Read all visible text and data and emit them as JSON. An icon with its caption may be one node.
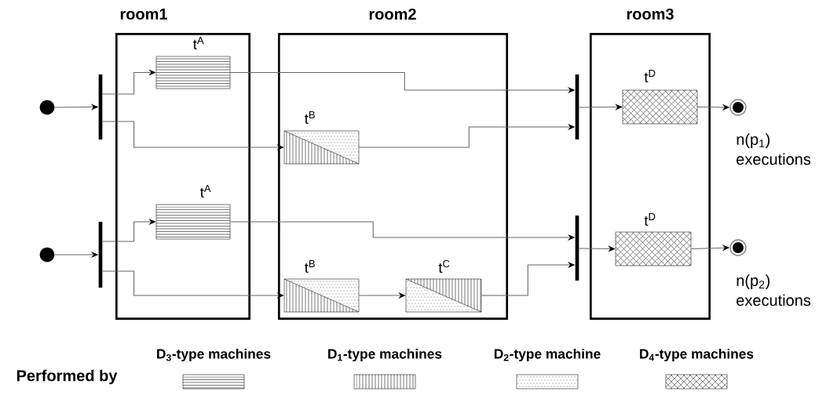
{
  "diagram": {
    "nodes": [
      {
        "text": [
          "room1"
        ]
      },
      {
        "text": [
          "room2"
        ]
      },
      {
        "text": [
          "room3"
        ]
      },
      {
        "text": [],
        "shape": "circle"
      },
      {
        "text": [],
        "shape": "bar"
      },
      {
        "text": [
          "t$^{A}$"
        ],
        "in": 0
      },
      {
        "text": [
          "t$^{B}$"
        ],
        "in": 1
      },
      {
        "text": [],
        "shape": "bar"
      },
      {
        "text": [
          "t$^{D}$"
        ],
        "in": 2
      },
      {
        "text": [],
        "shape": "circle",
        "beside": [
          "n(p$_{1}$) executions"
        ]
      },
      {
        "text": [],
        "shape": "circle"
      },
      {
        "text": [],
        "shape": "bar"
      },
      {
        "text": [
          "t$^{A}$"
        ],
        "in": 0
      },
      {
        "text": [
          "t$^{B}$"
        ],
        "in": 1
      },
      {
        "text": [
          "t$^{C}$"
        ],
        "in": 1
      },
      {
        "text": [],
        "shape": "bar"
      },
      {
        "text": [
          "t$^{D}$"
        ],
        "in": 2
      },
      {
        "text": [],
        "shape": "circle",
        "beside": [
          "n(p$_{2}$) executions"
        ]
      }
    ],
    "edges": [
      {
        "from": 3,
        "to": 4,
        "arrow": "to"
      },
      {
        "from": 4,
        "to": 5,
        "arrow": "to"
      },
      {
        "from": 4,
        "to": 6,
        "arrow": "to"
      },
      {
        "from": 5,
        "to": 7,
        "arrow": "to"
      },
      {
        "from": 6,
        "to": 7,
        "arrow": "to"
      },
      {
        "from": 7,
        "to": 8,
        "arrow": "to"
      },
      {
        "from": 8,
        "to": 9,
        "arrow": "to"
      },
      {
        "from": 10,
        "to": 11,
        "arrow": "to"
      },
      {
        "from": 11,
        "to": 12,
        "arrow": "to"
      },
      {
        "from": 11,
        "to": 13,
        "arrow": "to"
      },
      {
        "from": 12,
        "to": 15,
        "arrow": "to"
      },
      {
        "from": 13,
        "to": 14,
        "arrow": "to"
      },
      {
        "from": 14,
        "to": 15,
        "arrow": "to"
      },
      {
        "from": 15,
        "to": 16,
        "arrow": "to"
      },
      {
        "from": 16,
        "to": 17,
        "arrow": "to"
      }
    ],
    "labels": [
      "Performed by"
    ],
    "legend": [
      {
        "text": "D$_{3}$-type machines"
      },
      {
        "text": "D$_{1}$-type machines"
      },
      {
        "text": "D$_{2}$-type machine"
      },
      {
        "text": "D$_{4}$-type machines"
      }
    ]
  }
}
